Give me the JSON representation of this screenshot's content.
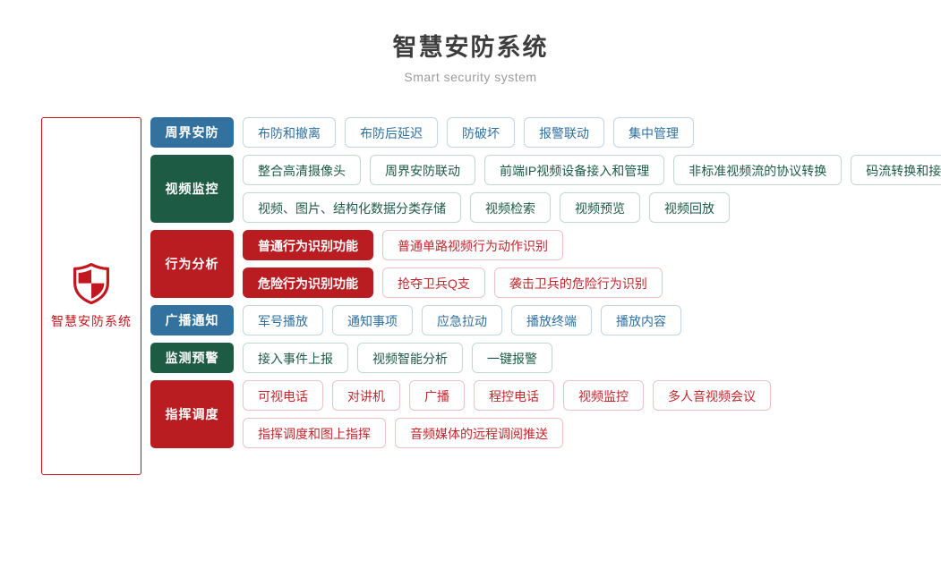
{
  "header": {
    "title": "智慧安防系统",
    "subtitle": "Smart security system"
  },
  "brand": {
    "icon": "shield-icon",
    "label": "智慧安防系统",
    "color": "#c2171e"
  },
  "colors": {
    "blue": "#33729f",
    "green": "#1d5b45",
    "red": "#b91d22",
    "title": "#3d3d3d",
    "subtitle": "#9b9b9b"
  },
  "rows": [
    {
      "category": "周界安防",
      "theme": "blue",
      "lines": [
        [
          {
            "label": "布防和撤离",
            "style": "blue"
          },
          {
            "label": "布防后延迟",
            "style": "blue"
          },
          {
            "label": "防破坏",
            "style": "blue"
          },
          {
            "label": "报警联动",
            "style": "blue"
          },
          {
            "label": "集中管理",
            "style": "blue"
          }
        ]
      ]
    },
    {
      "category": "视频监控",
      "theme": "green",
      "lines": [
        [
          {
            "label": "整合高清摄像头",
            "style": "green"
          },
          {
            "label": "周界安防联动",
            "style": "green"
          },
          {
            "label": "前端IP视频设备接入和管理",
            "style": "green"
          },
          {
            "label": "非标准视频流的协议转换",
            "style": "green"
          },
          {
            "label": "码流转换和接口转换",
            "style": "green"
          }
        ],
        [
          {
            "label": "视频、图片、结构化数据分类存储",
            "style": "green"
          },
          {
            "label": "视频检索",
            "style": "green"
          },
          {
            "label": "视频预览",
            "style": "green"
          },
          {
            "label": "视频回放",
            "style": "green"
          }
        ]
      ]
    },
    {
      "category": "行为分析",
      "theme": "red",
      "lines": [
        [
          {
            "label": "普通行为识别功能",
            "style": "red-solid"
          },
          {
            "label": "普通单路视频行为动作识别",
            "style": "red"
          }
        ],
        [
          {
            "label": "危险行为识别功能",
            "style": "red-solid"
          },
          {
            "label": "抢夺卫兵Q支",
            "style": "red"
          },
          {
            "label": "袭击卫兵的危险行为识别",
            "style": "red"
          }
        ]
      ]
    },
    {
      "category": "广播通知",
      "theme": "blue",
      "lines": [
        [
          {
            "label": "军号播放",
            "style": "blue"
          },
          {
            "label": "通知事项",
            "style": "blue"
          },
          {
            "label": "应急拉动",
            "style": "blue"
          },
          {
            "label": "播放终端",
            "style": "blue"
          },
          {
            "label": "播放内容",
            "style": "blue"
          }
        ]
      ]
    },
    {
      "category": "监测预警",
      "theme": "green",
      "lines": [
        [
          {
            "label": "接入事件上报",
            "style": "green"
          },
          {
            "label": "视频智能分析",
            "style": "green"
          },
          {
            "label": "一键报警",
            "style": "green"
          }
        ]
      ]
    },
    {
      "category": "指挥调度",
      "theme": "red",
      "lines": [
        [
          {
            "label": "可视电话",
            "style": "red"
          },
          {
            "label": "对讲机",
            "style": "red"
          },
          {
            "label": "广播",
            "style": "red"
          },
          {
            "label": "程控电话",
            "style": "red"
          },
          {
            "label": "视频监控",
            "style": "red"
          },
          {
            "label": "多人音视频会议",
            "style": "red"
          }
        ],
        [
          {
            "label": "指挥调度和图上指挥",
            "style": "red"
          },
          {
            "label": "音频媒体的远程调阅推送",
            "style": "red"
          }
        ]
      ]
    }
  ]
}
